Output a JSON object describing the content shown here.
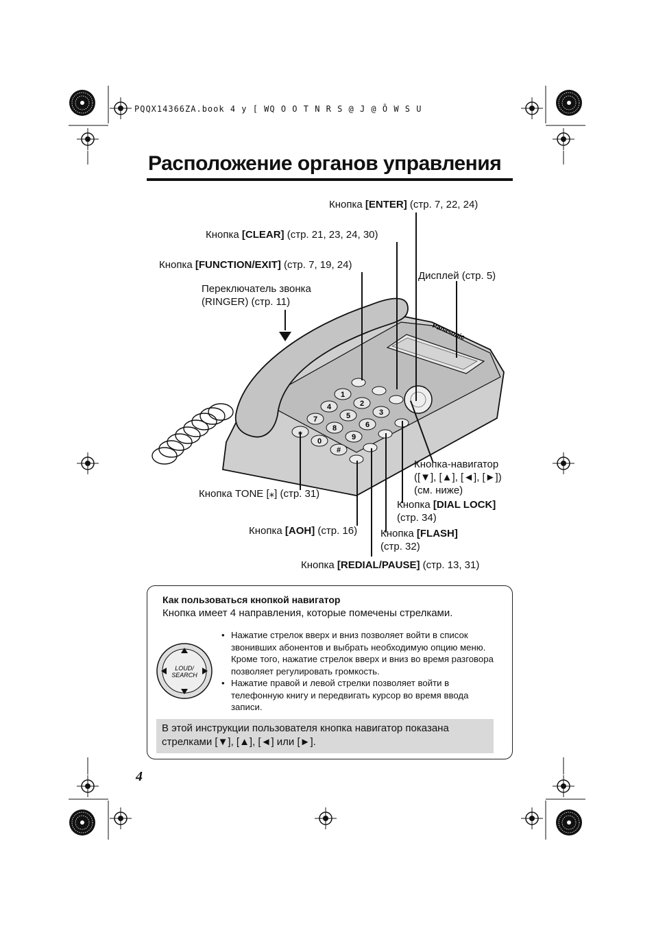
{
  "header": {
    "file_info": "PQQX14366ZA.book  4   у  [  WQ  O  O  T N  R     S   @   J  @   Ō  W    S  U"
  },
  "title": "Расположение органов управления",
  "labels": {
    "enter": {
      "prefix": "Кнопка ",
      "key": "[ENTER]",
      "suffix": "  (стр. 7, 22, 24)"
    },
    "clear": {
      "prefix": "Кнопка ",
      "key": "[CLEAR]",
      "suffix": " (стр. 21, 23, 24, 30)"
    },
    "function_exit": {
      "prefix": "Кнопка ",
      "key": "[FUNCTION/EXIT]",
      "suffix": " (стр. 7, 19, 24)"
    },
    "ringer_line1": "Переключатель звонка",
    "ringer_line2": "(RINGER) (стр. 11)",
    "display": "Дисплей (стр. 5)",
    "navigator_line1": "Кнопка-навигатор",
    "navigator_line2": "([▼], [▲], [◄], [►])",
    "navigator_line3": "(см. ниже)",
    "tone": "Кнопка TONE [⁎] (стр. 31)",
    "dial_lock_line1": {
      "prefix": "Кнопка ",
      "key": "[DIAL LOCK]"
    },
    "dial_lock_line2": "(стр. 34)",
    "aoh": {
      "prefix": "Кнопка ",
      "key": "[AOH]",
      "suffix": " (стр. 16)"
    },
    "flash_line1": {
      "prefix": "Кнопка ",
      "key": "[FLASH]"
    },
    "flash_line2": "(стр. 32)",
    "redial": {
      "prefix": "Кнопка ",
      "key": "[REDIAL/PAUSE]",
      "suffix": " (стр. 13, 31)"
    }
  },
  "phone": {
    "brand": "Panasonic",
    "keypad": [
      "1",
      "2",
      "3",
      "4",
      "5",
      "6",
      "7",
      "8",
      "9",
      "⁎",
      "0",
      "#"
    ]
  },
  "info": {
    "title": "Как пользоваться кнопкой навигатор",
    "subtitle": "Кнопка имеет 4 направления, которые помечены стрелками.",
    "navigator_label_1": "LOUD/",
    "navigator_label_2": "SEARCH",
    "bullets": [
      "Нажатие стрелок вверх и вниз позволяет войти в список звонивших абонентов и выбрать необходимую опцию меню. Кроме того, нажатие стрелок вверх и вниз во время разговора позволяет регулировать громкость.",
      "Нажатие правой и левой стрелки позволяет войти в телефонную книгу и передвигать курсор во время ввода записи."
    ],
    "note": "В этой инструкции пользователя кнопка навигатор показана стрелками [▼], [▲], [◄] или [►]."
  },
  "page_number": "4"
}
